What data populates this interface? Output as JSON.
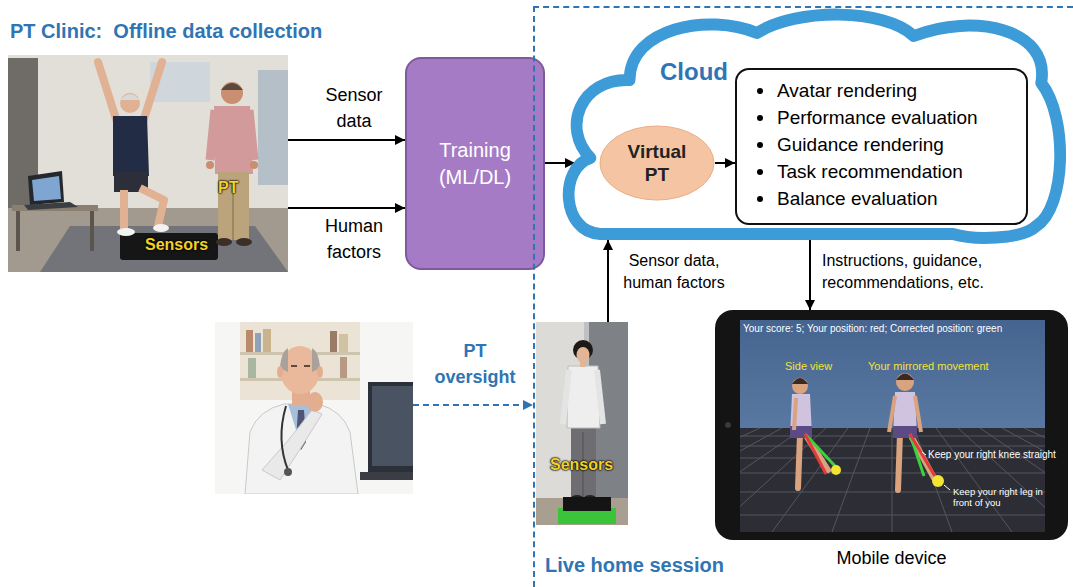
{
  "diagram": {
    "nodes": [
      {
        "text": [
          "PT",
          "Sensors"
        ]
      },
      {
        "text": [
          "Training (ML/DL)"
        ]
      },
      {
        "text": [
          "Live home session"
        ]
      },
      {
        "text": [
          "Cloud"
        ],
        "in": 2
      },
      {
        "text": [
          "Virtual PT"
        ],
        "in": 3
      },
      {
        "text": [
          "Avatar rendering",
          "Performance evaluation",
          "Guidance rendering",
          "Task recommendation",
          "Balance evaluation"
        ],
        "in": 3
      },
      {
        "text": []
      },
      {
        "text": [
          "Sensors"
        ],
        "in": 2
      },
      {
        "text": [
          "Your score: 5; Your position: red; Corrected position: green",
          "Side view",
          "Your mirrored movement",
          "Keep your right knee straight",
          "Keep your right leg in front of you",
          "Mobile device"
        ],
        "in": 2
      }
    ],
    "edges": [
      {
        "from": 0,
        "to": 1,
        "label": "Sensor data",
        "arrow": "to"
      },
      {
        "from": 0,
        "to": 1,
        "label": "Human factors",
        "arrow": "to"
      },
      {
        "from": 1,
        "to": 3,
        "arrow": "to"
      },
      {
        "from": 4,
        "to": 5,
        "arrow": "to"
      },
      {
        "from": 7,
        "to": 3,
        "label": "Sensor data, human factors",
        "arrow": "to"
      },
      {
        "from": 3,
        "to": 8,
        "label": "Instructions, guidance, recommendations, etc.",
        "arrow": "to"
      },
      {
        "from": 6,
        "to": 2,
        "label": "PT oversight",
        "arrow": "to"
      }
    ],
    "labels": [
      "PT Clinic:  Offline data collection"
    ]
  }
}
